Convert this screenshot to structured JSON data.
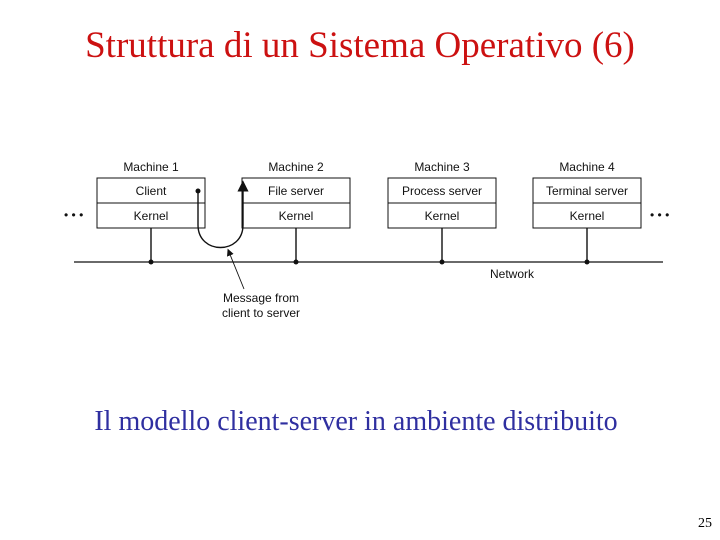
{
  "slide": {
    "title": "Struttura di un Sistema Operativo (6)",
    "subtitle": "Il modello client-server in ambiente distribuito",
    "page_number": "25",
    "title_color": "#cc1111",
    "subtitle_color": "#2f2fa0"
  },
  "diagram": {
    "machines": [
      {
        "name": "Machine 1",
        "top": "Client",
        "bottom": "Kernel"
      },
      {
        "name": "Machine 2",
        "top": "File server",
        "bottom": "Kernel"
      },
      {
        "name": "Machine 3",
        "top": "Process server",
        "bottom": "Kernel"
      },
      {
        "name": "Machine 4",
        "top": "Terminal server",
        "bottom": "Kernel"
      }
    ],
    "network_label": "Network",
    "message_label_line1": "Message from",
    "message_label_line2": "client to server",
    "ellipsis_left": "• • •",
    "ellipsis_right": "• • •"
  }
}
